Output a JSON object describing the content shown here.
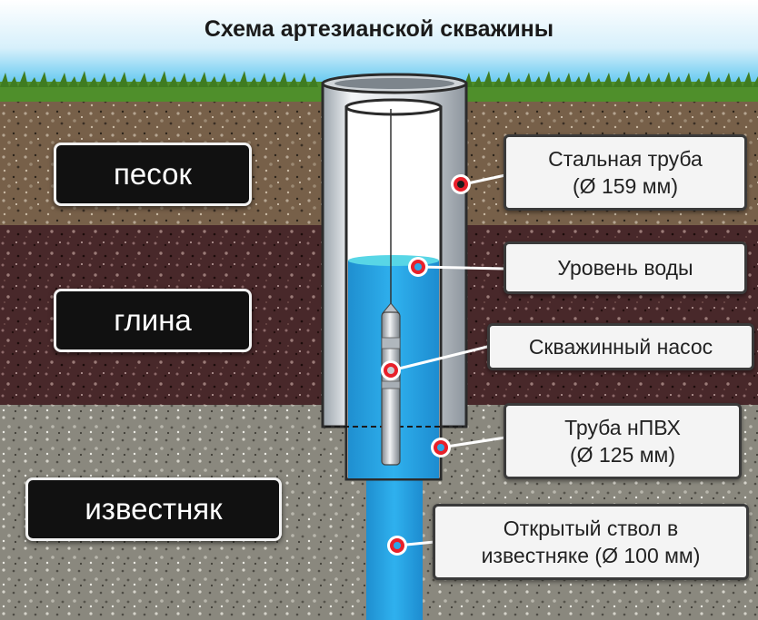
{
  "title": "Схема артезианской скважины",
  "layers": [
    {
      "label": "песок"
    },
    {
      "label": "глина"
    },
    {
      "label": "известняк"
    }
  ],
  "callouts": [
    {
      "line1": "Стальная труба",
      "line2": "(Ø 159 мм)"
    },
    {
      "line1": "Уровень воды"
    },
    {
      "line1": "Скважинный насос"
    },
    {
      "line1": "Труба нПВХ",
      "line2": "(Ø 125 мм)"
    },
    {
      "line1": "Открытый ствол в",
      "line2": "известняке (Ø 100 мм)"
    }
  ],
  "colors": {
    "sky": "#5cc6f0",
    "grass": "#4f8f2b",
    "sand": "#7a6148",
    "clay": "#4a2a28",
    "limestone": "#8c8a80",
    "water": "#2ba6e6",
    "marker_ring": "#e8202a",
    "steel_casing": "#e9ecef",
    "pvc_casing": "#ffffff"
  }
}
